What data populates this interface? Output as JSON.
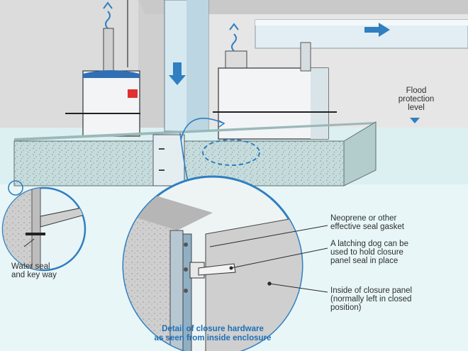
{
  "labels": {
    "flood_protection": "Flood\nprotection\nlevel",
    "seal_gasket": "Neoprene or other\neffective seal gasket",
    "latching_dog": "A latching dog can be\nused to hold closure\npanel seal in place",
    "inside_panel": "Inside of closure panel\n(normally left in closed\nposition)",
    "water_seal": "Water seal\nand key way"
  },
  "caption": "Detail of closure hardware\nas seen from inside enclosure",
  "colors": {
    "water": "#d7eef0",
    "wall": "#e3e3e3",
    "concrete": "#bfd6d6",
    "accent_blue": "#2f7fc1",
    "outline": "#3a3a3a",
    "red_tag": "#e03030"
  }
}
